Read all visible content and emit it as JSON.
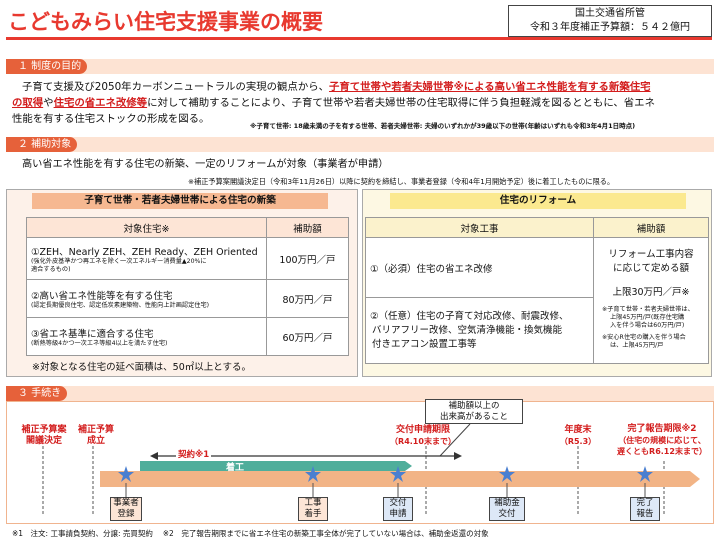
{
  "header": {
    "title": "こどもみらい住宅支援事業の概要",
    "ministry": "国土交通省所管",
    "budget": "令和３年度補正予算額：５４２億円"
  },
  "sec1": {
    "tag": "１ 制度の目的",
    "l1a": "子育て支援及び2050年カーボンニュートラルの実現の観点から、",
    "l1b": "子育て世帯や若者夫婦世帯※による高い省エネ性能を有する新築住宅",
    "l2a": "の取得",
    "l2b": "や",
    "l2c": "住宅の省エネ改修等",
    "l2d": "に対して補助することにより、子育て世帯や若者夫婦世帯の住宅取得に伴う負担軽減を図るとともに、省エネ",
    "l3": "性能を有する住宅ストックの形成を図る。",
    "note": "※子育て世帯: 18歳未満の子を有する世帯、若者夫婦世帯: 夫婦のいずれかが39歳以下の世帯(年齢はいずれも令和3年4月1日時点)"
  },
  "sec2": {
    "tag": "２ 補助対象",
    "l1": "高い省エネ性能を有する住宅の新築、一定のリフォームが対象（事業者が申請）",
    "note": "※補正予算案閣議決定日（令和3年11月26日）以降に契約を締結し、事業者登録（令和4年1月開始予定）後に着工したものに限る。",
    "left": {
      "heading": "子育て世帯・若者夫婦世帯による住宅の新築",
      "col1": "対象住宅※",
      "col2": "補助額",
      "rows": [
        {
          "main": "①ZEH、Nearly ZEH、ZEH Ready、ZEH Oriented",
          "sub1": "(強化外皮基準かつ再エネを除く一次エネルギー消費量▲20%に",
          "sub2": "適合するもの)",
          "amount": "100万円／戸"
        },
        {
          "main": "②高い省エネ性能等を有する住宅",
          "sub1": "(認定長期優良住宅、認定低炭素建築物、性能向上計画認定住宅)",
          "sub2": "",
          "amount": "80万円／戸"
        },
        {
          "main": "③省エネ基準に適合する住宅",
          "sub1": "(断熱等級4かつ一次エネ等級4以上を満たす住宅)",
          "sub2": "",
          "amount": "60万円／戸"
        }
      ],
      "footnote": "※対象となる住宅の延べ面積は、50㎡以上とする。"
    },
    "right": {
      "heading": "住宅のリフォーム",
      "col1": "対象工事",
      "col2": "補助額",
      "row1": "①（必須）住宅の省エネ改修",
      "row2a": "②（任意）住宅の子育て対応改修、耐震改修、",
      "row2b": "バリアフリー改修、空気清浄機能・換気機能",
      "row2c": "付きエアコン設置工事等",
      "amt1": "リフォーム工事内容",
      "amt2": "に応じて定める額",
      "amt3": "上限30万円／戸※",
      "amtn1": "※子育て世帯・若者夫婦世帯は、",
      "amtn2": "上限45万円/戸(既存住宅購",
      "amtn3": "入を伴う場合は60万円/戸)",
      "amtn4": "※安心R住宅の購入を伴う場合",
      "amtn5": "は、上限45万円/戸"
    }
  },
  "sec3": {
    "tag": "３ 手続き",
    "callout1": "補助額以上の",
    "callout2": "出来高があること",
    "m1a": "補正予算案",
    "m1b": "閣議決定",
    "m2a": "補正予算",
    "m2b": "成立",
    "m3": "交付申請期限",
    "m3s": "（R4.10末まで）",
    "m4": "年度末",
    "m4s": "（R5.3）",
    "m5": "完了報告期限※2",
    "m5s1": "（住宅の規模に応じて、",
    "m5s2": "遅くともR6.12末まで）",
    "keiyaku": "契約※1",
    "chakko": "着工",
    "b1a": "事業者",
    "b1b": "登録",
    "b2a": "工事",
    "b2b": "着手",
    "b3a": "交付",
    "b3b": "申請",
    "b4a": "補助金",
    "b4b": "交付",
    "b5a": "完了",
    "b5b": "報告"
  },
  "footer": "※1　注文: 工事請負契約、分譲: 売買契約　 ※2　完了報告期限までに省エネ住宅の新築工事全体が完了していない場合は、補助金返還の対象",
  "colors": {
    "accent": "#e8392f",
    "tag": "#e6613a",
    "star": "#4a7fd0",
    "arrow": "#f2b486"
  }
}
